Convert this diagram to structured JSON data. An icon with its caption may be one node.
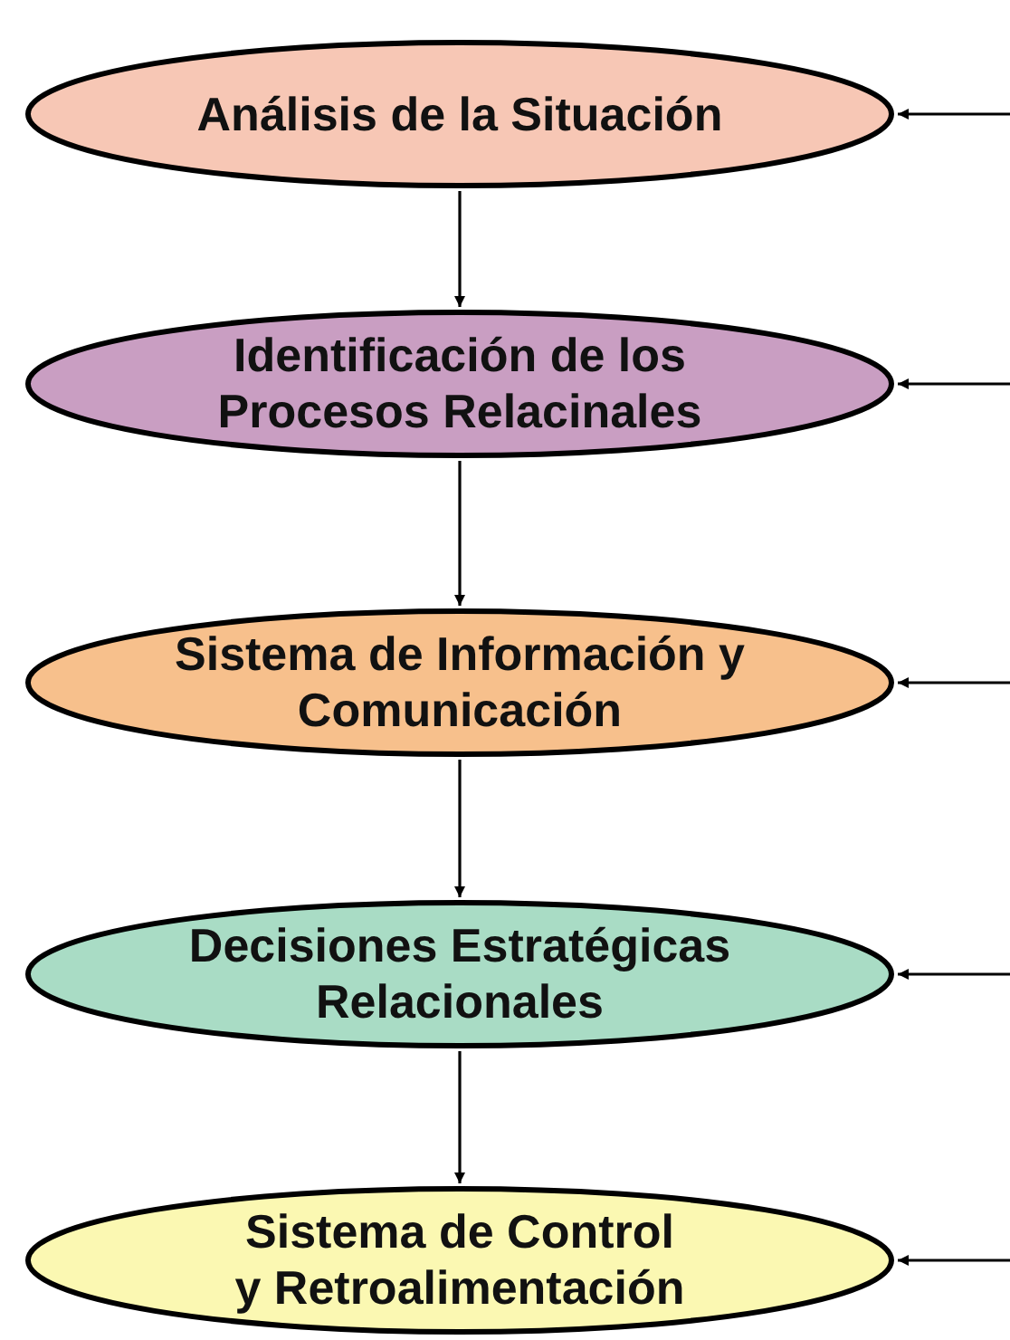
{
  "diagram": {
    "nodes": [
      {
        "text": [
          "Análisis de la Situación"
        ]
      },
      {
        "text": [
          "Identificación de los Procesos Relacinales"
        ]
      },
      {
        "text": [
          "Sistema de Información y Comunicación"
        ]
      },
      {
        "text": [
          "Decisiones Estratégicas Relacionales"
        ]
      },
      {
        "text": [
          "Sistema de Control y Retroalimentación"
        ]
      }
    ],
    "edges": [
      {
        "from": 0,
        "to": 1,
        "arrow": "to"
      },
      {
        "from": 1,
        "to": 2,
        "arrow": "to"
      },
      {
        "from": 2,
        "to": 3,
        "arrow": "to"
      },
      {
        "from": 3,
        "to": 4,
        "arrow": "to"
      },
      {
        "from": null,
        "to": 0,
        "arrow": "to"
      },
      {
        "from": null,
        "to": 1,
        "arrow": "to"
      },
      {
        "from": null,
        "to": 2,
        "arrow": "to"
      },
      {
        "from": null,
        "to": 3,
        "arrow": "to"
      },
      {
        "from": null,
        "to": 4,
        "arrow": "to"
      }
    ]
  }
}
